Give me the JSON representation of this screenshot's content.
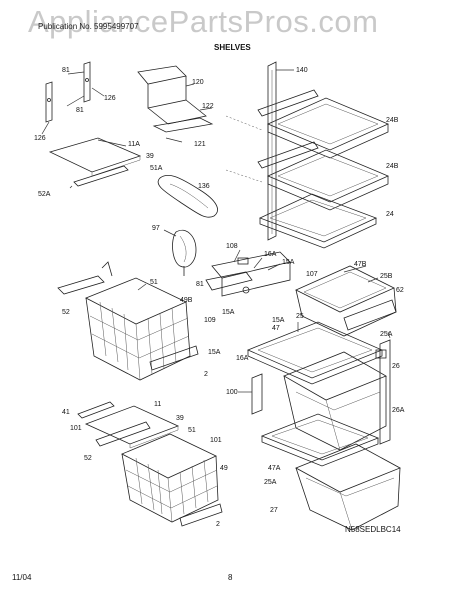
{
  "watermark": "AppliancePartsPros.com",
  "header": {
    "line1": "Publication No. 5995499707",
    "section": "SHELVES"
  },
  "footer": {
    "date": "11/04",
    "page": "8"
  },
  "diagram_code": "N58SEDLBC14",
  "labels": [
    {
      "id": "p81a",
      "text": "81"
    },
    {
      "id": "p126a",
      "text": "126"
    },
    {
      "id": "p81b",
      "text": "81"
    },
    {
      "id": "p126b",
      "text": "126"
    },
    {
      "id": "p120",
      "text": "120"
    },
    {
      "id": "p122",
      "text": "122"
    },
    {
      "id": "p121",
      "text": "121"
    },
    {
      "id": "p140",
      "text": "140"
    },
    {
      "id": "p11A",
      "text": "11A"
    },
    {
      "id": "p39a",
      "text": "39"
    },
    {
      "id": "p51Aa",
      "text": "51A"
    },
    {
      "id": "p52A",
      "text": "52A"
    },
    {
      "id": "p136",
      "text": "136"
    },
    {
      "id": "p24Ba",
      "text": "24B"
    },
    {
      "id": "p24Bb",
      "text": "24B"
    },
    {
      "id": "p24",
      "text": "24"
    },
    {
      "id": "p97",
      "text": "97"
    },
    {
      "id": "p108",
      "text": "108"
    },
    {
      "id": "p16Aa",
      "text": "16A"
    },
    {
      "id": "p15Aa",
      "text": "15A"
    },
    {
      "id": "p107",
      "text": "107"
    },
    {
      "id": "p47B",
      "text": "47B"
    },
    {
      "id": "p25B",
      "text": "25B"
    },
    {
      "id": "p62",
      "text": "62"
    },
    {
      "id": "p51a",
      "text": "51"
    },
    {
      "id": "p49B",
      "text": "49B"
    },
    {
      "id": "p81c",
      "text": "81"
    },
    {
      "id": "p52a",
      "text": "52"
    },
    {
      "id": "p15Ab",
      "text": "15A"
    },
    {
      "id": "p25",
      "text": "25"
    },
    {
      "id": "p15Ac",
      "text": "15A"
    },
    {
      "id": "p109",
      "text": "109"
    },
    {
      "id": "p47",
      "text": "47"
    },
    {
      "id": "p25A",
      "text": "25A"
    },
    {
      "id": "p15Ad",
      "text": "15A"
    },
    {
      "id": "p16Ab",
      "text": "16A"
    },
    {
      "id": "p2a",
      "text": "2"
    },
    {
      "id": "p26",
      "text": "26"
    },
    {
      "id": "p100",
      "text": "100"
    },
    {
      "id": "p41",
      "text": "41"
    },
    {
      "id": "p11",
      "text": "11"
    },
    {
      "id": "p26A",
      "text": "26A"
    },
    {
      "id": "p101a",
      "text": "101"
    },
    {
      "id": "p39b",
      "text": "39"
    },
    {
      "id": "p51b",
      "text": "51"
    },
    {
      "id": "p101b",
      "text": "101"
    },
    {
      "id": "p52b",
      "text": "52"
    },
    {
      "id": "p49",
      "text": "49"
    },
    {
      "id": "p47A",
      "text": "47A"
    },
    {
      "id": "p25Ab",
      "text": "25A"
    },
    {
      "id": "p2b",
      "text": "2"
    },
    {
      "id": "p27",
      "text": "27"
    }
  ]
}
